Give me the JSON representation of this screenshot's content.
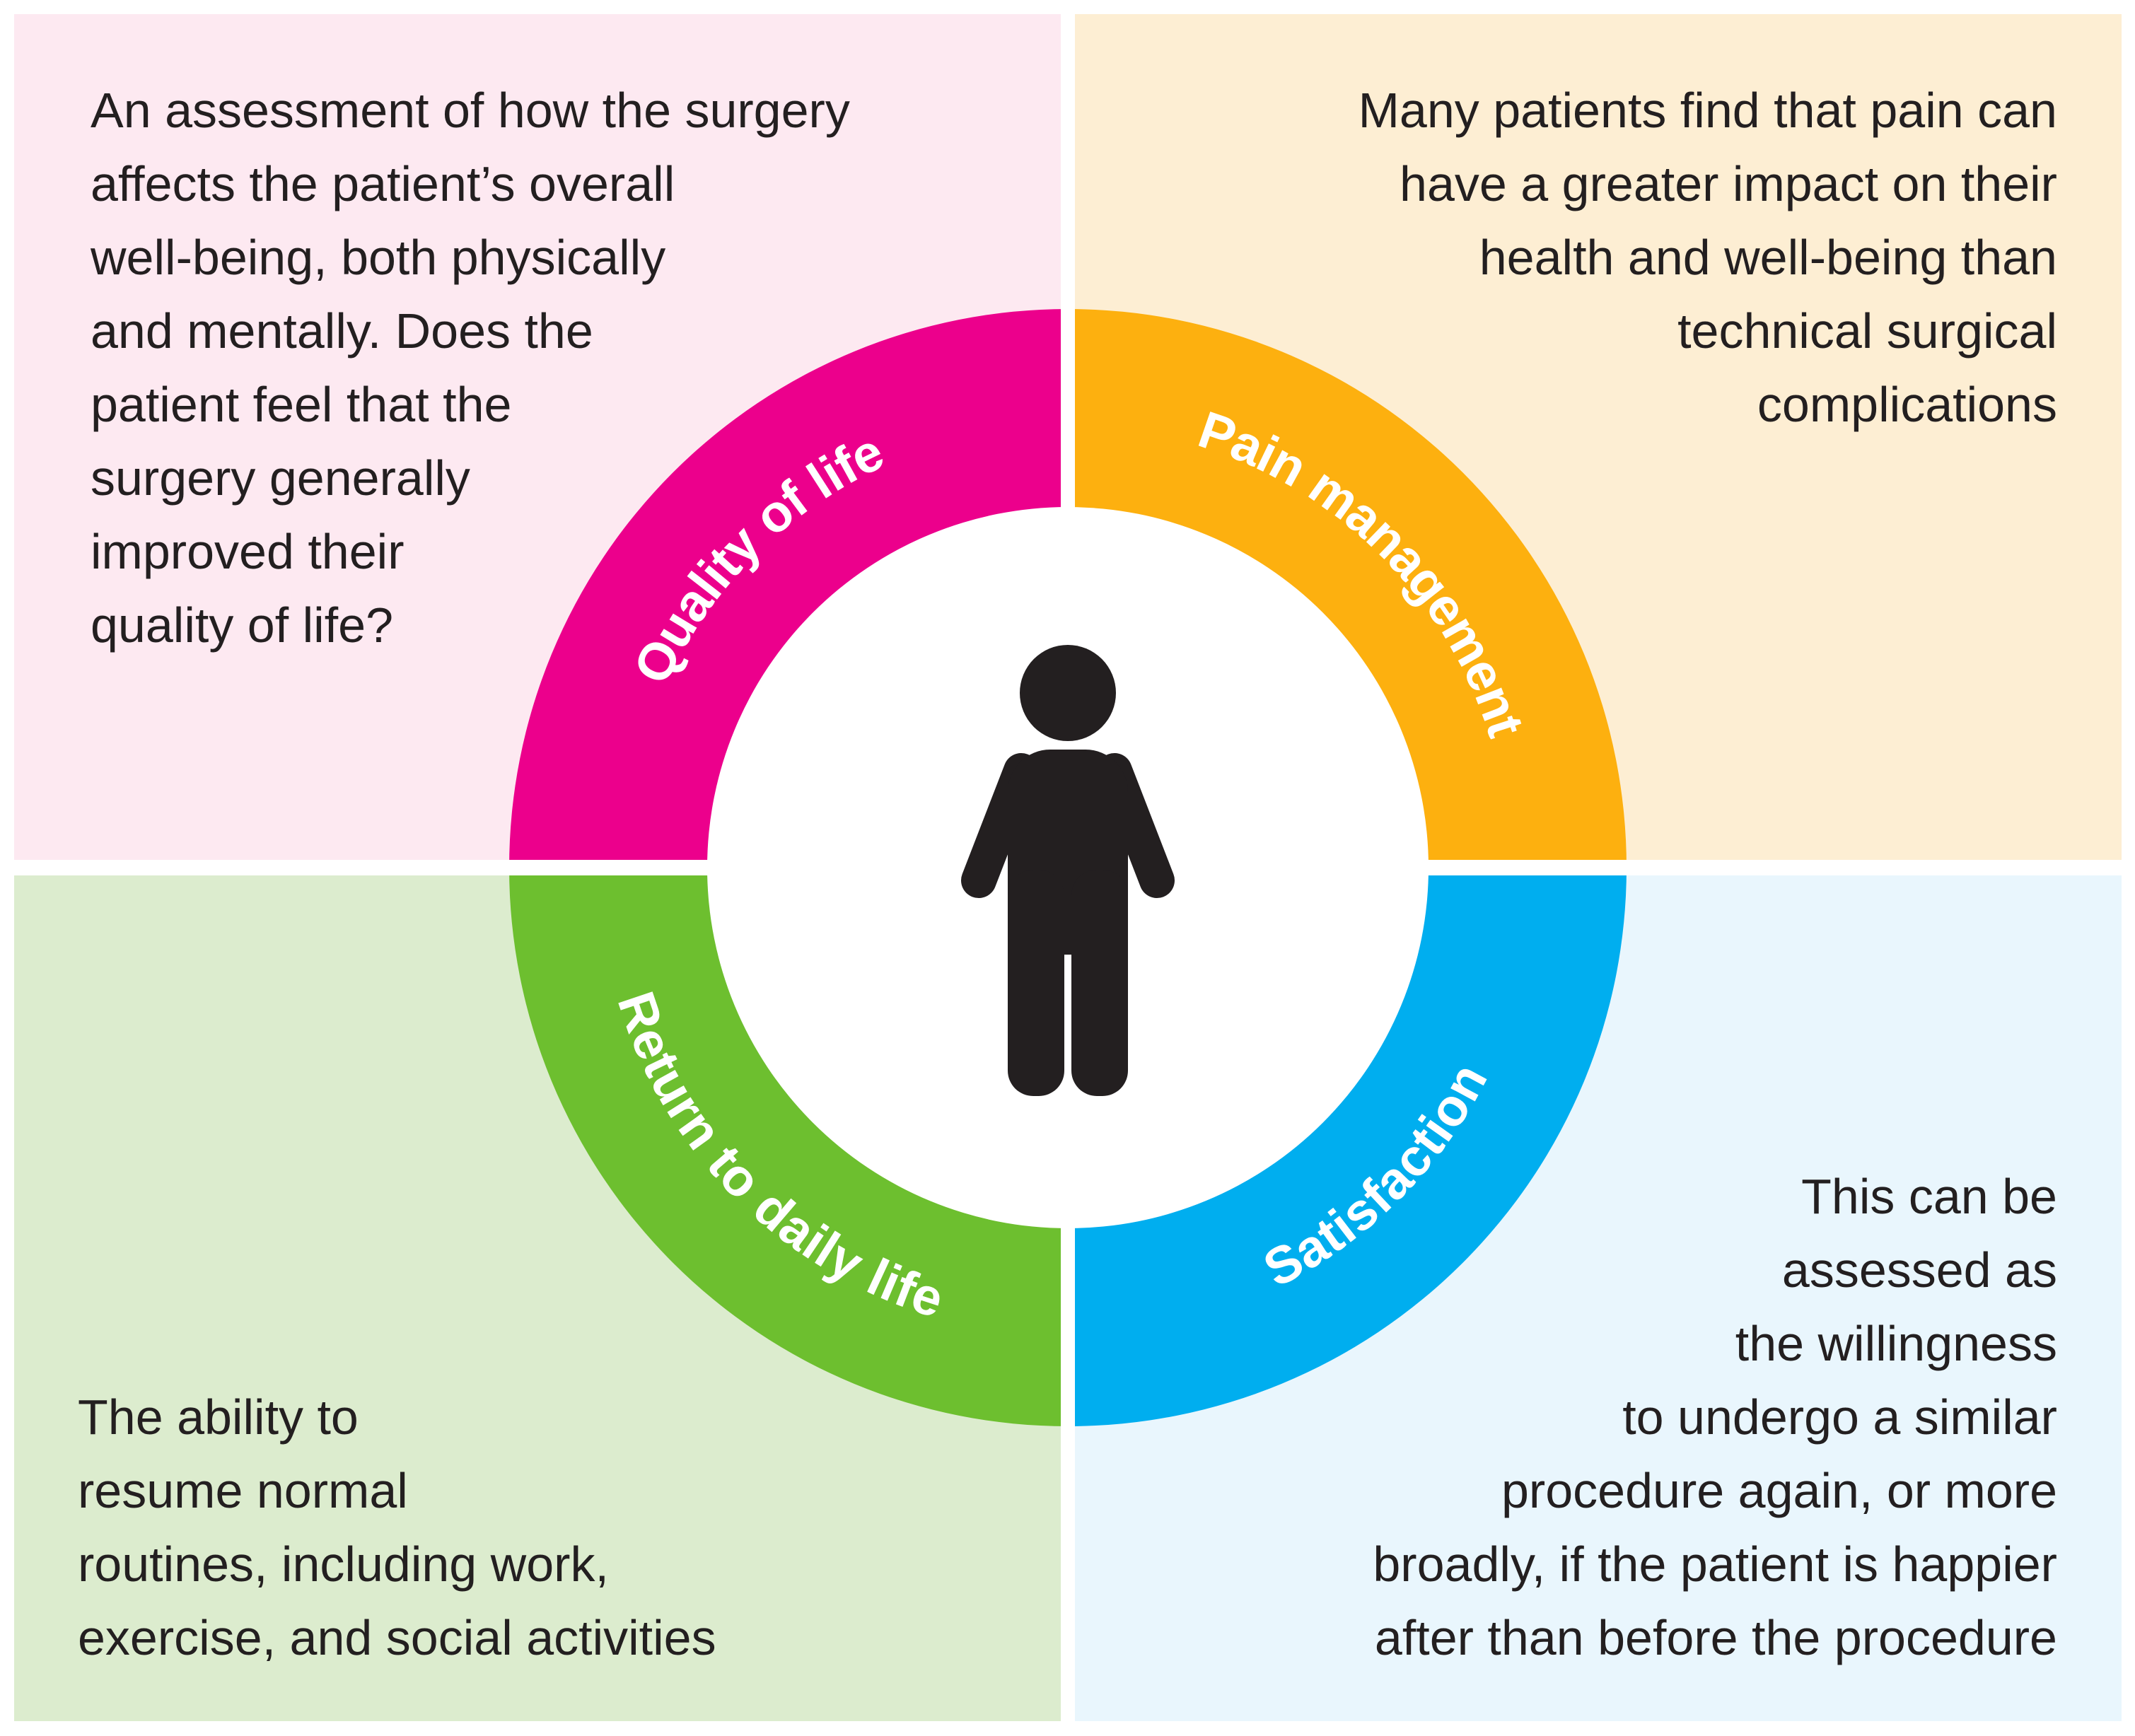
{
  "colors": {
    "bg_top_left": "#fde9f1",
    "bg_top_right": "#fdeed3",
    "bg_bottom_left": "#dcecce",
    "bg_bottom_right": "#e9f6fd",
    "ring_quality": "#ec008c",
    "ring_pain": "#fdb00f",
    "ring_return": "#6dbf2f",
    "ring_satisfaction": "#00aeef",
    "person": "#231f20",
    "text": "#231f20"
  },
  "icon": "person-icon",
  "segments": {
    "quality": {
      "label": "Quality of life"
    },
    "pain": {
      "label": "Pain management"
    },
    "return": {
      "label": "Return to daily life"
    },
    "satisfaction": {
      "label": "Satisfaction"
    }
  },
  "quadrants": {
    "top_left": {
      "lines": [
        "An assessment of how the surgery",
        "affects the patient’s overall",
        "well-being, both physically",
        "and mentally. Does the",
        "patient feel that the",
        "surgery generally",
        "improved their",
        "quality of life?"
      ]
    },
    "top_right": {
      "lines": [
        "Many patients find that pain can",
        "have a greater impact on their",
        "health and well-being than",
        "technical surgical",
        "complications"
      ]
    },
    "bottom_left": {
      "lines": [
        "The ability to",
        "resume normal",
        "routines, including work,",
        "exercise, and social activities"
      ]
    },
    "bottom_right": {
      "lines": [
        "This can be",
        "assessed as",
        "the willingness",
        "to undergo a similar",
        "procedure again, or more",
        "broadly, if the patient is happier",
        "after than before the procedure"
      ]
    }
  }
}
